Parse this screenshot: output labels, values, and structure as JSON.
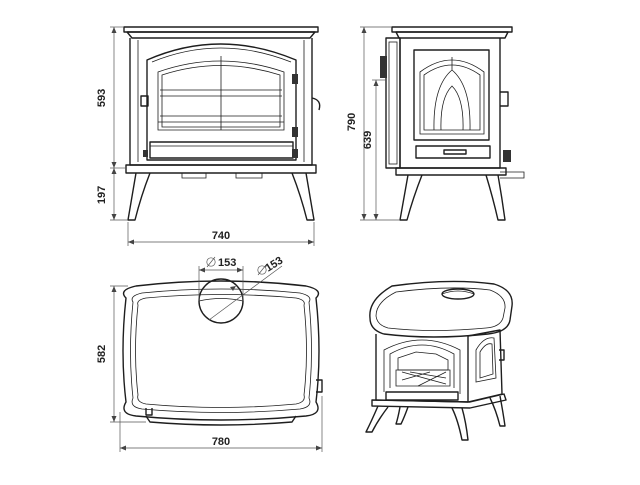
{
  "drawing": {
    "front_view": {
      "dim_body_height": "593",
      "dim_leg_height": "197",
      "dim_width": "740"
    },
    "side_view": {
      "dim_total_height": "790",
      "dim_flue_height": "639"
    },
    "top_view": {
      "dim_flue_diameter_left": "153",
      "dim_flue_diameter_right": "153",
      "dim_depth": "582",
      "dim_total_width": "780"
    },
    "diameter_symbol": "⌀",
    "colors": {
      "line": "#1e1e1e",
      "dimension": "#555555",
      "background": "#ffffff"
    }
  }
}
